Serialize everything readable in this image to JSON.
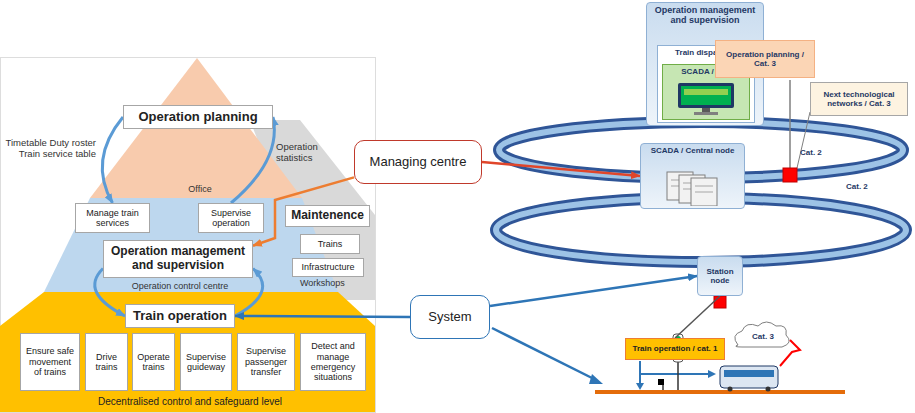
{
  "diagram": {
    "nodes": [
      {
        "text": [
          "Operation planning"
        ]
      },
      {
        "text": [
          "Manage train services"
        ]
      },
      {
        "text": [
          "Supervise operation"
        ]
      },
      {
        "text": [
          "Maintenence"
        ]
      },
      {
        "text": [
          "Trains"
        ]
      },
      {
        "text": [
          "Infrastructure"
        ]
      },
      {
        "text": [
          "Operation management and supervision"
        ]
      },
      {
        "text": [
          "Train operation"
        ]
      },
      {
        "text": [
          "Ensure safe movement of trains"
        ]
      },
      {
        "text": [
          "Drive trains"
        ]
      },
      {
        "text": [
          "Operate trains"
        ]
      },
      {
        "text": [
          "Supervise guideway"
        ]
      },
      {
        "text": [
          "Supervise passenger transfer"
        ]
      },
      {
        "text": [
          "Detect and manage emergency situations"
        ]
      },
      {
        "text": [
          "Managing centre"
        ]
      },
      {
        "text": [
          "System"
        ]
      },
      {
        "text": [
          "Operation management and supervision"
        ]
      },
      {
        "text": [
          "Train dispatcher"
        ],
        "in": 16
      },
      {
        "text": [
          "SCADA / HMI"
        ],
        "in": 17
      },
      {
        "text": [
          "Operation planning / Cat. 3"
        ]
      },
      {
        "text": [
          "Next technological networks / Cat. 3"
        ]
      },
      {
        "text": [
          "SCADA / Central node"
        ]
      },
      {
        "text": [
          "Station node"
        ]
      },
      {
        "text": [
          "Train operation / cat. 1"
        ]
      }
    ],
    "edges": [
      {
        "from": 0,
        "to": 1,
        "arrow": "to"
      },
      {
        "from": 2,
        "to": 0,
        "arrow": "to"
      },
      {
        "from": 6,
        "to": 7,
        "arrow": "to"
      },
      {
        "from": 7,
        "to": 6,
        "arrow": "to"
      },
      {
        "from": 14,
        "to": 21,
        "arrow": "to"
      },
      {
        "from": 14,
        "to": 6,
        "arrow": "to"
      },
      {
        "from": 15,
        "to": 7,
        "arrow": "to"
      },
      {
        "from": 15,
        "to": 22,
        "arrow": "to"
      },
      {
        "from": 22,
        "to": 23,
        "arrow": "none"
      }
    ],
    "labels": [
      "Timetable Duty roster Train service table",
      "Operation statistics",
      "Office",
      "Operation control centre",
      "Workshops",
      "Decentralised control and safeguard level",
      "Cat. 2",
      "Cat. 2",
      "Cat. 3"
    ]
  }
}
